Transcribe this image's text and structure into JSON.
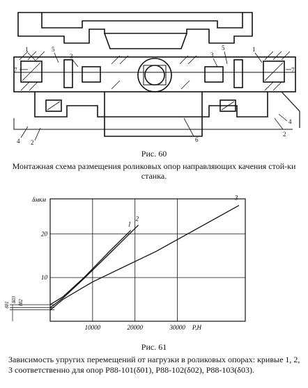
{
  "figure60": {
    "label": "Рис. 60",
    "caption": "Монтажная схема размещения роликовых опор направляющих качения стой-ки станка.",
    "part_labels": [
      "1",
      "5",
      "3",
      "5",
      "3",
      "1",
      "7",
      "7",
      "4",
      "2",
      "6",
      "2",
      "4"
    ]
  },
  "figure61": {
    "label": "Рис. 61",
    "caption": "Зависимость упругих перемещений от нагрузки в роликовых опорах: кривые 1, 2, 3 соответственно для опор Р88-101(δ01), Р88-102(δ02), Р88-103(δ03)."
  },
  "chart_data": {
    "type": "line",
    "ylabel": "δмкм",
    "xlabel": "P,Н",
    "xlim": [
      0,
      46000
    ],
    "ylim": [
      0,
      28
    ],
    "x_ticks": [
      10000,
      20000,
      30000
    ],
    "x_tick_labels": [
      "10000",
      "20000",
      "30000"
    ],
    "y_ticks": [
      10,
      20
    ],
    "y_tick_labels": [
      "10",
      "20"
    ],
    "offset_labels": [
      "δ03",
      "δ02",
      "δ01"
    ],
    "offsets": [
      3.8,
      3.1,
      2.6
    ],
    "series": [
      {
        "name": "1",
        "x": [
          0,
          3000,
          8000,
          14000,
          19000
        ],
        "y": [
          3.8,
          5.6,
          10.0,
          16.0,
          20.8
        ]
      },
      {
        "name": "2",
        "x": [
          0,
          3000,
          8000,
          14000,
          20800
        ],
        "y": [
          3.1,
          5.3,
          9.8,
          15.5,
          22.0
        ]
      },
      {
        "name": "3",
        "x": [
          0,
          3000,
          10000,
          25000,
          44500
        ],
        "y": [
          2.6,
          5.0,
          9.0,
          16.0,
          26.5
        ]
      }
    ]
  }
}
